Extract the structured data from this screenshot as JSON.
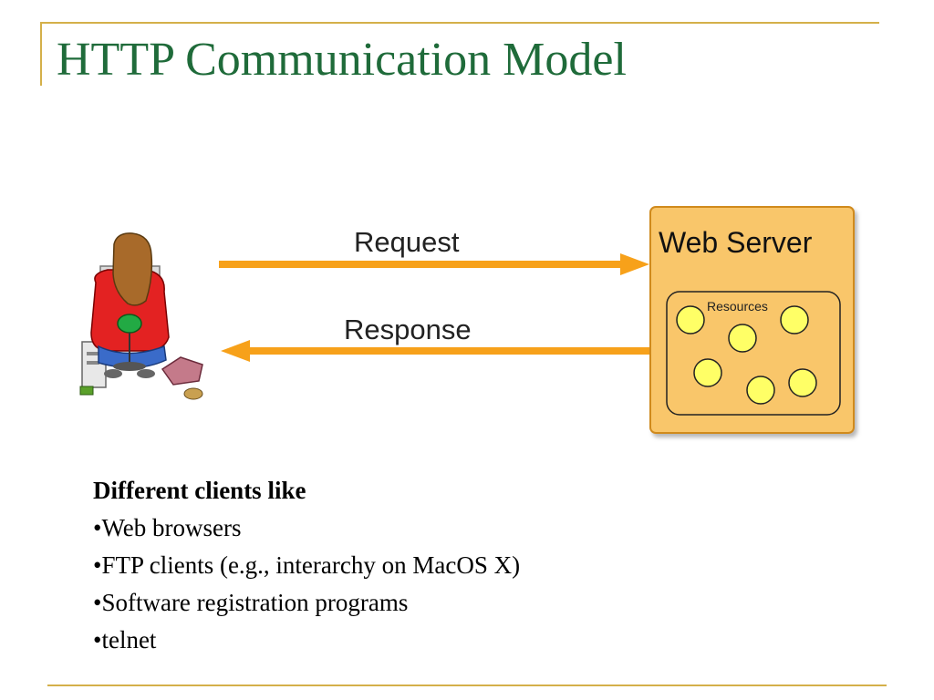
{
  "slide": {
    "title": "HTTP Communication Model"
  },
  "diagram": {
    "request_label": "Request",
    "response_label": "Response",
    "server_title": "Web Server",
    "resources_label": "Resources",
    "colors": {
      "arrow": "#f7a11a",
      "server_fill": "#f9c66a",
      "server_stroke": "#d08a1c",
      "resource_fill": "#ffff66",
      "title": "#1f6b3a",
      "frame": "#d4b04a"
    },
    "client_icon": "person-at-computer-icon",
    "resource_icon": "resource-circle-icon"
  },
  "clients": {
    "heading": "Different clients like",
    "items": [
      "•Web browsers",
      "•FTP clients (e.g., interarchy on MacOS X)",
      "•Software registration programs",
      "•telnet"
    ]
  }
}
